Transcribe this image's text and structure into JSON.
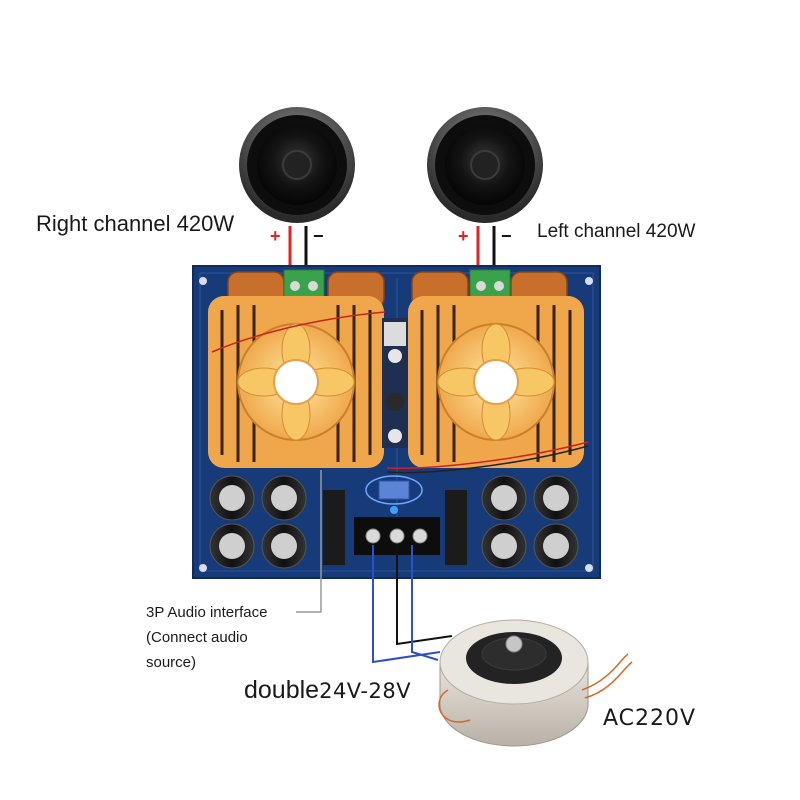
{
  "labels": {
    "right_channel": "Right channel 420W",
    "left_channel": "Left channel 420W",
    "audio_interface_line1": "3P Audio interface",
    "audio_interface_line2": "(Connect audio",
    "audio_interface_line3": "source)",
    "voltage_word": "double",
    "voltage_value": "24V-28V",
    "ac_input": "AC220V"
  },
  "polarity": {
    "plus": "+",
    "minus": "−"
  },
  "colors": {
    "pcb": "#173a78",
    "heatsink": "#f0a64a",
    "fan": "#f5c35c",
    "coil": "#c86f2c",
    "terminal": "#3aa24b",
    "wire_red": "#e32222",
    "wire_blue": "#2f4fc7",
    "wire_black": "#111111"
  },
  "icons": [
    "speaker-icon",
    "fan-icon",
    "toroidal-transformer-icon"
  ]
}
